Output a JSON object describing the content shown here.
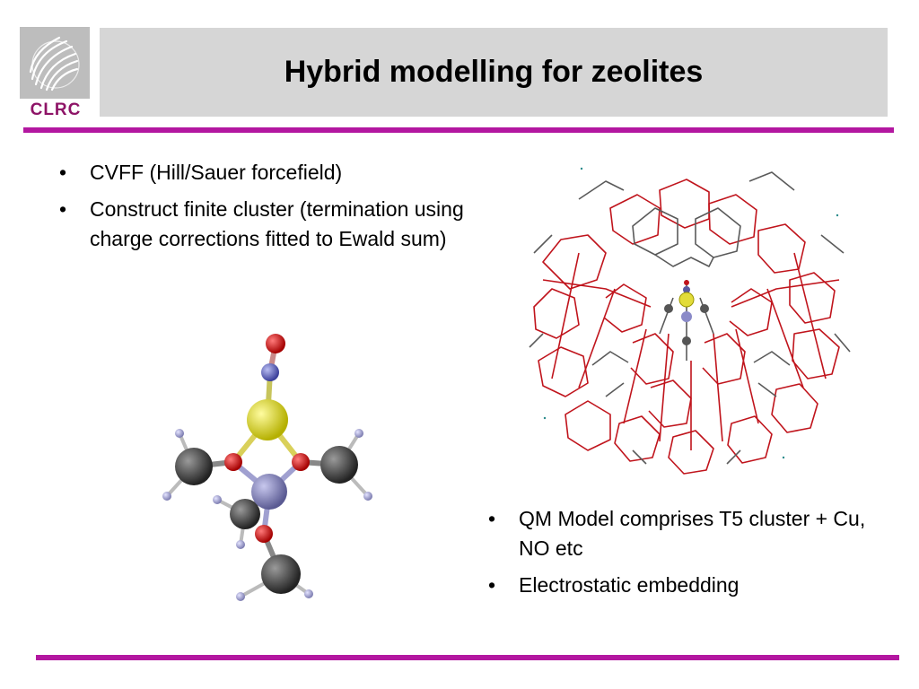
{
  "header": {
    "logo_text": "CLRC",
    "title": "Hybrid modelling for zeolites"
  },
  "left_bullets": [
    "CVFF (Hill/Sauer forcefield)",
    "Construct finite cluster (termination using charge corrections fitted to Ewald sum)"
  ],
  "right_bullets": [
    "QM Model comprises T5 cluster + Cu, NO etc",
    "Electrostatic embedding"
  ],
  "colors": {
    "accent_rule": "#b317a0",
    "logo_text": "#8e1467",
    "title_bar": "#d6d6d6",
    "bond_red": "#c0141c",
    "bond_grey": "#5a5a5a"
  },
  "icons": {
    "logo": "swirl-globe-logo-icon"
  }
}
